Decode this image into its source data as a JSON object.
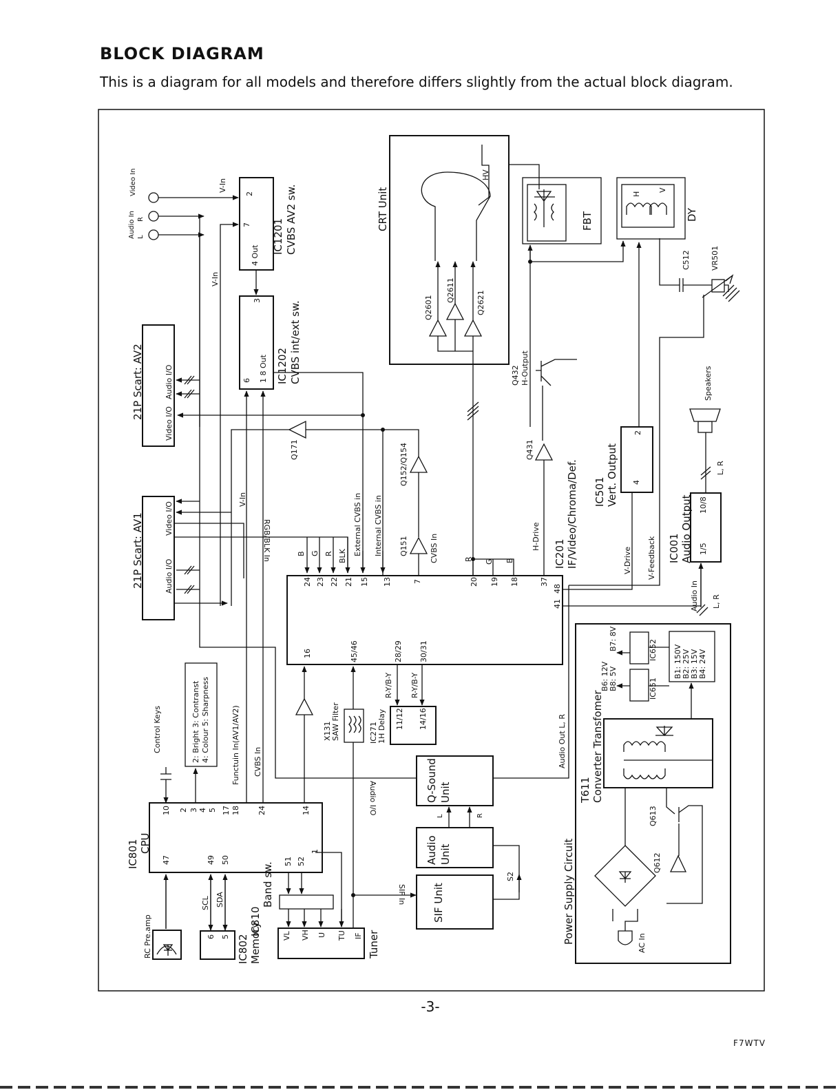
{
  "header": {
    "title": "BLOCK DIAGRAM",
    "subtitle": "This is a diagram for all models and therefore differs slightly from the actual block diagram."
  },
  "footer": {
    "page_number": "-3-",
    "doc_code": "F7WTV"
  },
  "blocks": {
    "crt_unit": "CRT Unit",
    "fbt": "FBT",
    "dy": "DY",
    "ic1201": {
      "name": "IC1201",
      "desc": "CVBS AV2 sw.",
      "pins": [
        "2",
        "7",
        "4 Out"
      ]
    },
    "ic1202": {
      "name": "IC1202",
      "desc": "CVBS int/ext sw.",
      "pins": [
        "3",
        "6",
        "1  8 Out"
      ]
    },
    "scart_av2": {
      "name": "21P Scart: AV2",
      "audio": "Audio I/O",
      "video": "Video I/O"
    },
    "scart_av1": {
      "name": "21P Scart: AV1",
      "audio": "Audio I/O",
      "video": "Video I/O"
    },
    "ic201": {
      "name": "IC201",
      "desc": "IF/Video/Chroma/Def.",
      "top_pins": [
        "24",
        "23",
        "22",
        "21",
        "15",
        "13",
        "7",
        "20",
        "19",
        "18",
        "37",
        "48",
        "41"
      ],
      "bottom_pins": [
        "16",
        "45/46",
        "28/29",
        "30/31"
      ]
    },
    "ic501": {
      "name": "IC501",
      "desc": "Vert. Output",
      "pins": [
        "4",
        "2"
      ]
    },
    "ic001": {
      "name": "IC001",
      "desc": "Audio Output",
      "pins": [
        "1/5",
        "10/8"
      ]
    },
    "ic801": {
      "name": "IC801",
      "desc": "CPU",
      "top_pins": [
        "10",
        "2",
        "3",
        "4",
        "5",
        "17",
        "18",
        "24",
        "14"
      ],
      "bottom_pins": [
        "47",
        "49",
        "50",
        "51",
        "52",
        "1"
      ]
    },
    "ic802": {
      "name": "IC802",
      "desc": "Memory",
      "pins": [
        "6",
        "5"
      ]
    },
    "ic810": {
      "name": "IC810",
      "desc": "Band sw."
    },
    "tuner": {
      "name": "Tuner",
      "pins": [
        "VL",
        "VH",
        "U",
        "TU",
        "IF"
      ]
    },
    "ic271": {
      "name": "IC271",
      "desc": "1H Delay",
      "pins": [
        "11/12",
        "14/16"
      ]
    },
    "x131": {
      "name": "X131",
      "desc": "SAW Filter"
    },
    "q_sound": {
      "line1": "Q-Sound",
      "line2": "Unit"
    },
    "audio_unit": {
      "line1": "Audio",
      "line2": "Unit"
    },
    "sif_unit": "SIF Unit",
    "rc_preamp": "RC Pre.amp",
    "power": {
      "name": "Power Supply Circuit",
      "t611": "T611",
      "t611_desc": "Converter Transfomer",
      "ic651": "IC651",
      "ic652": "IC652",
      "b6": "B6: 12V",
      "b8": "B8: 5V",
      "b7": "B7: 8V",
      "b_list": [
        "B1: 150V",
        "B2: 25V",
        "B3: 15V",
        "B4: 24V"
      ],
      "ac_in": "AC In",
      "q612": "Q612",
      "q613": "Q613"
    }
  },
  "labels": {
    "video_in": "Video In",
    "audio_in": "Audio In",
    "l": "L",
    "r": "R",
    "v_in": "V-In",
    "hv": "HV",
    "h": "H",
    "v": "V",
    "c512": "C512",
    "vr501": "VR501",
    "q2601": "Q2601",
    "q2611": "Q2611",
    "q2621": "Q2621",
    "q432": "Q432",
    "h_output": "H-Output",
    "q431": "Q431",
    "h_drive": "H-Drive",
    "v_drive": "V-Drive",
    "v_feedback": "V-Feedback",
    "speakers": "Speakers",
    "lr": "L, R",
    "q171": "Q171",
    "q152_154": "Q152/Q154",
    "q151": "Q151",
    "cvbs_in": "CVBS In",
    "rgb_blk_in": "RGB/BLK In",
    "external_cvbs": "External CVBS in",
    "internal_cvbs": "Internal CVBS in",
    "b": "B",
    "g": "G",
    "blk": "BLK",
    "audio_in_lr": "Audio In",
    "audio_out_lr": "Audio Out L, R",
    "ry_by": "R-Y/B-Y",
    "control_keys": "Control Keys",
    "key_legend_1": "2: Bright 3: Contranst",
    "key_legend_2": "4: Colour  5: Sharpness",
    "function_in": "Functuin In(AV1/AV2)",
    "cvbs_in_cpu": "CVBS In",
    "audio_io": "Audio I/O",
    "sif_in": "SIF In",
    "scl": "SCL",
    "sda": "SDA",
    "s2": "S2"
  }
}
